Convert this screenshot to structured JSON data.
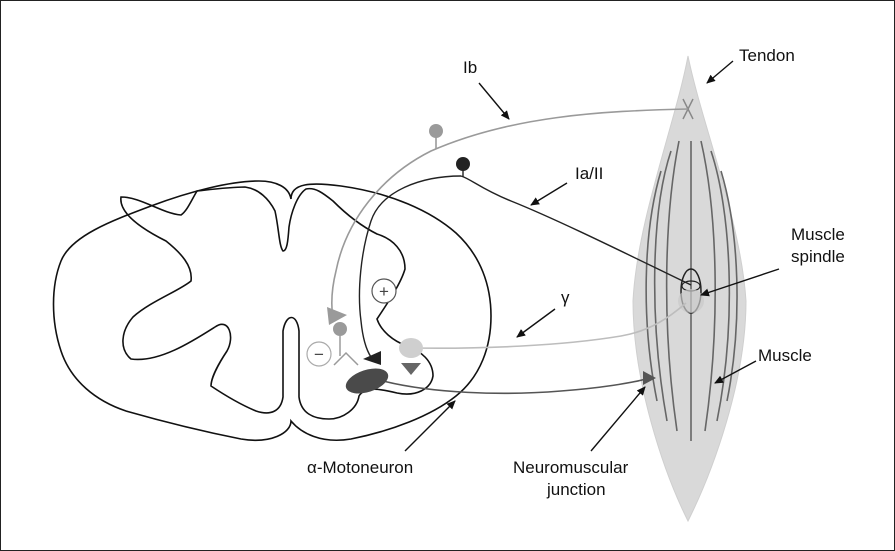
{
  "labels": {
    "tendon": "Tendon",
    "ib": "Ib",
    "ia_ii": "Ia/II",
    "muscle_spindle_line1": "Muscle",
    "muscle_spindle_line2": "spindle",
    "gamma": "γ",
    "muscle": "Muscle",
    "alpha_motoneuron": "α-Motoneuron",
    "nmj_line1": "Neuromuscular",
    "nmj_line2": "junction"
  },
  "signs": {
    "excitatory": "+",
    "inhibitory": "−"
  },
  "colors": {
    "ib_pathway": "#9a9a9a",
    "ia_pathway": "#222222",
    "gamma_pathway": "#bdbdbd",
    "alpha_pathway": "#555555",
    "muscle_fill": "#d6d6d6",
    "motoneuron": "#4a4a4a"
  }
}
